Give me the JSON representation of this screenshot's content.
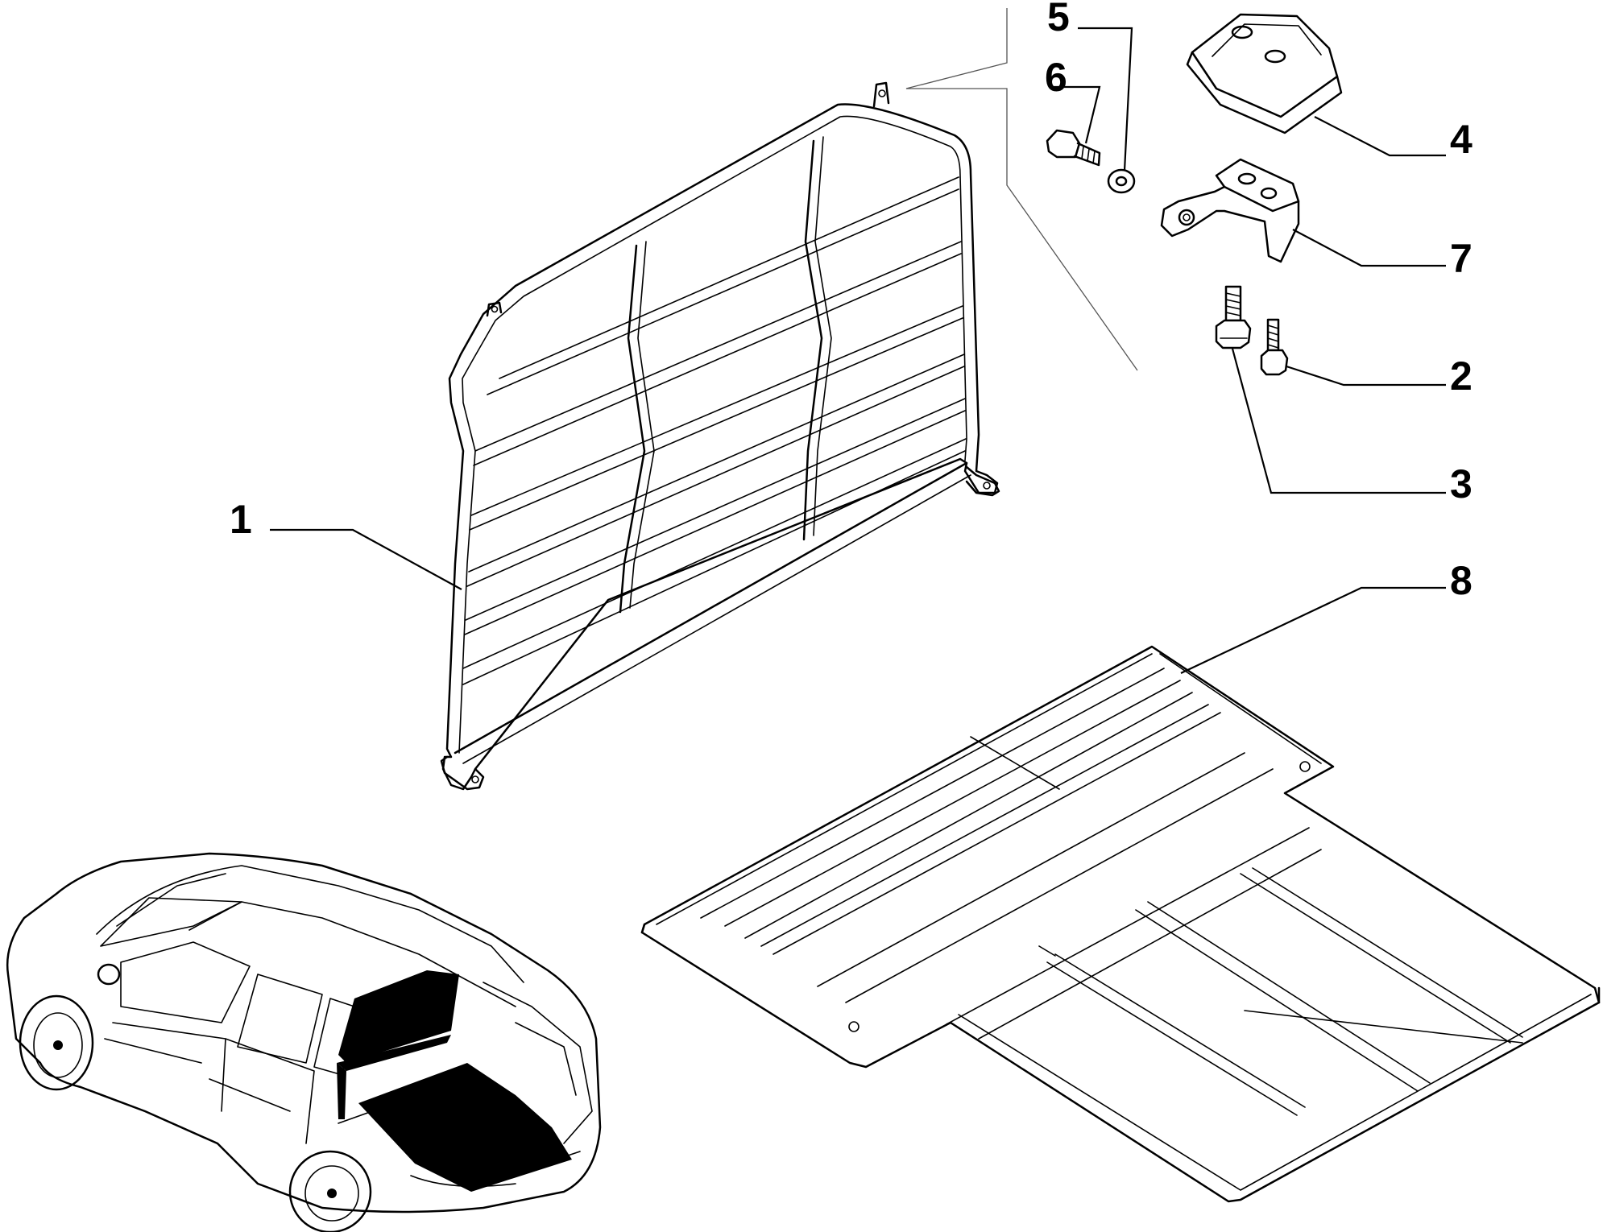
{
  "callouts": [
    {
      "id": "1",
      "label": "1"
    },
    {
      "id": "2",
      "label": "2"
    },
    {
      "id": "3",
      "label": "3"
    },
    {
      "id": "4",
      "label": "4"
    },
    {
      "id": "5",
      "label": "5"
    },
    {
      "id": "6",
      "label": "6"
    },
    {
      "id": "7",
      "label": "7"
    },
    {
      "id": "8",
      "label": "8"
    }
  ],
  "icons": [
    "cargo-barrier-grille",
    "mounting-screw",
    "mounting-bolt",
    "rubber-pad",
    "washer",
    "hex-bolt",
    "mounting-bracket",
    "cargo-floor-mat",
    "car-location-view"
  ]
}
